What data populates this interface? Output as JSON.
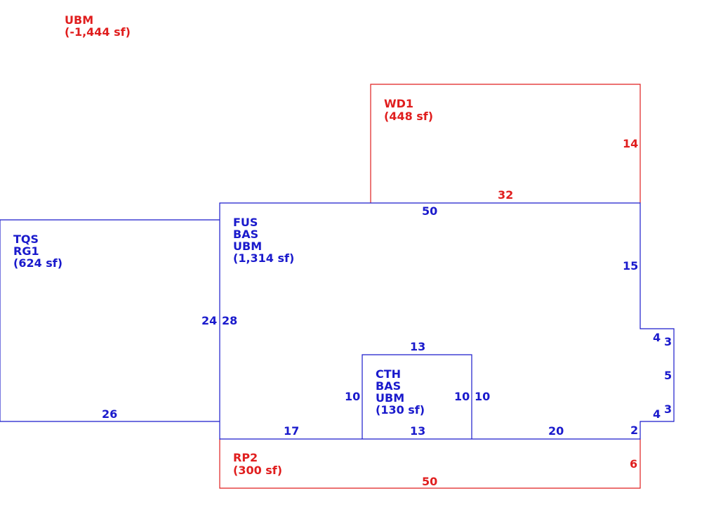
{
  "colors": {
    "red": "#e01e1e",
    "blue": "#1a1acc"
  },
  "note": {
    "code": "UBM",
    "area": "(-1,444 sf)"
  },
  "areas": {
    "wd1": {
      "code": "WD1",
      "area": "(448 sf)",
      "dim_side": "14",
      "dim_bottom": "32"
    },
    "main": {
      "codes": [
        "FUS",
        "BAS",
        "UBM"
      ],
      "area": "(1,314 sf)",
      "dim_top": "50",
      "dim_right": "15",
      "dim_left": "28",
      "dim_bottom_left": "17",
      "dim_bottom_right": "20",
      "dim_notch_bottom": "2",
      "dim_bump_top": "4",
      "dim_bump_right_top": "3",
      "dim_bump_right": "5",
      "dim_bump_right_bottom": "3",
      "dim_bump_bottom": "4"
    },
    "tqs": {
      "codes": [
        "TQS",
        "RG1"
      ],
      "area": "(624 sf)",
      "dim_right": "24",
      "dim_bottom": "26"
    },
    "cth": {
      "codes": [
        "CTH",
        "BAS",
        "UBM"
      ],
      "area": "(130 sf)",
      "dim_top": "13",
      "dim_bottom": "13",
      "dim_left": "10",
      "dim_right_inner": "10",
      "dim_right_outer": "10"
    },
    "rp2": {
      "code": "RP2",
      "area": "(300 sf)",
      "dim_side": "6",
      "dim_bottom": "50"
    }
  }
}
